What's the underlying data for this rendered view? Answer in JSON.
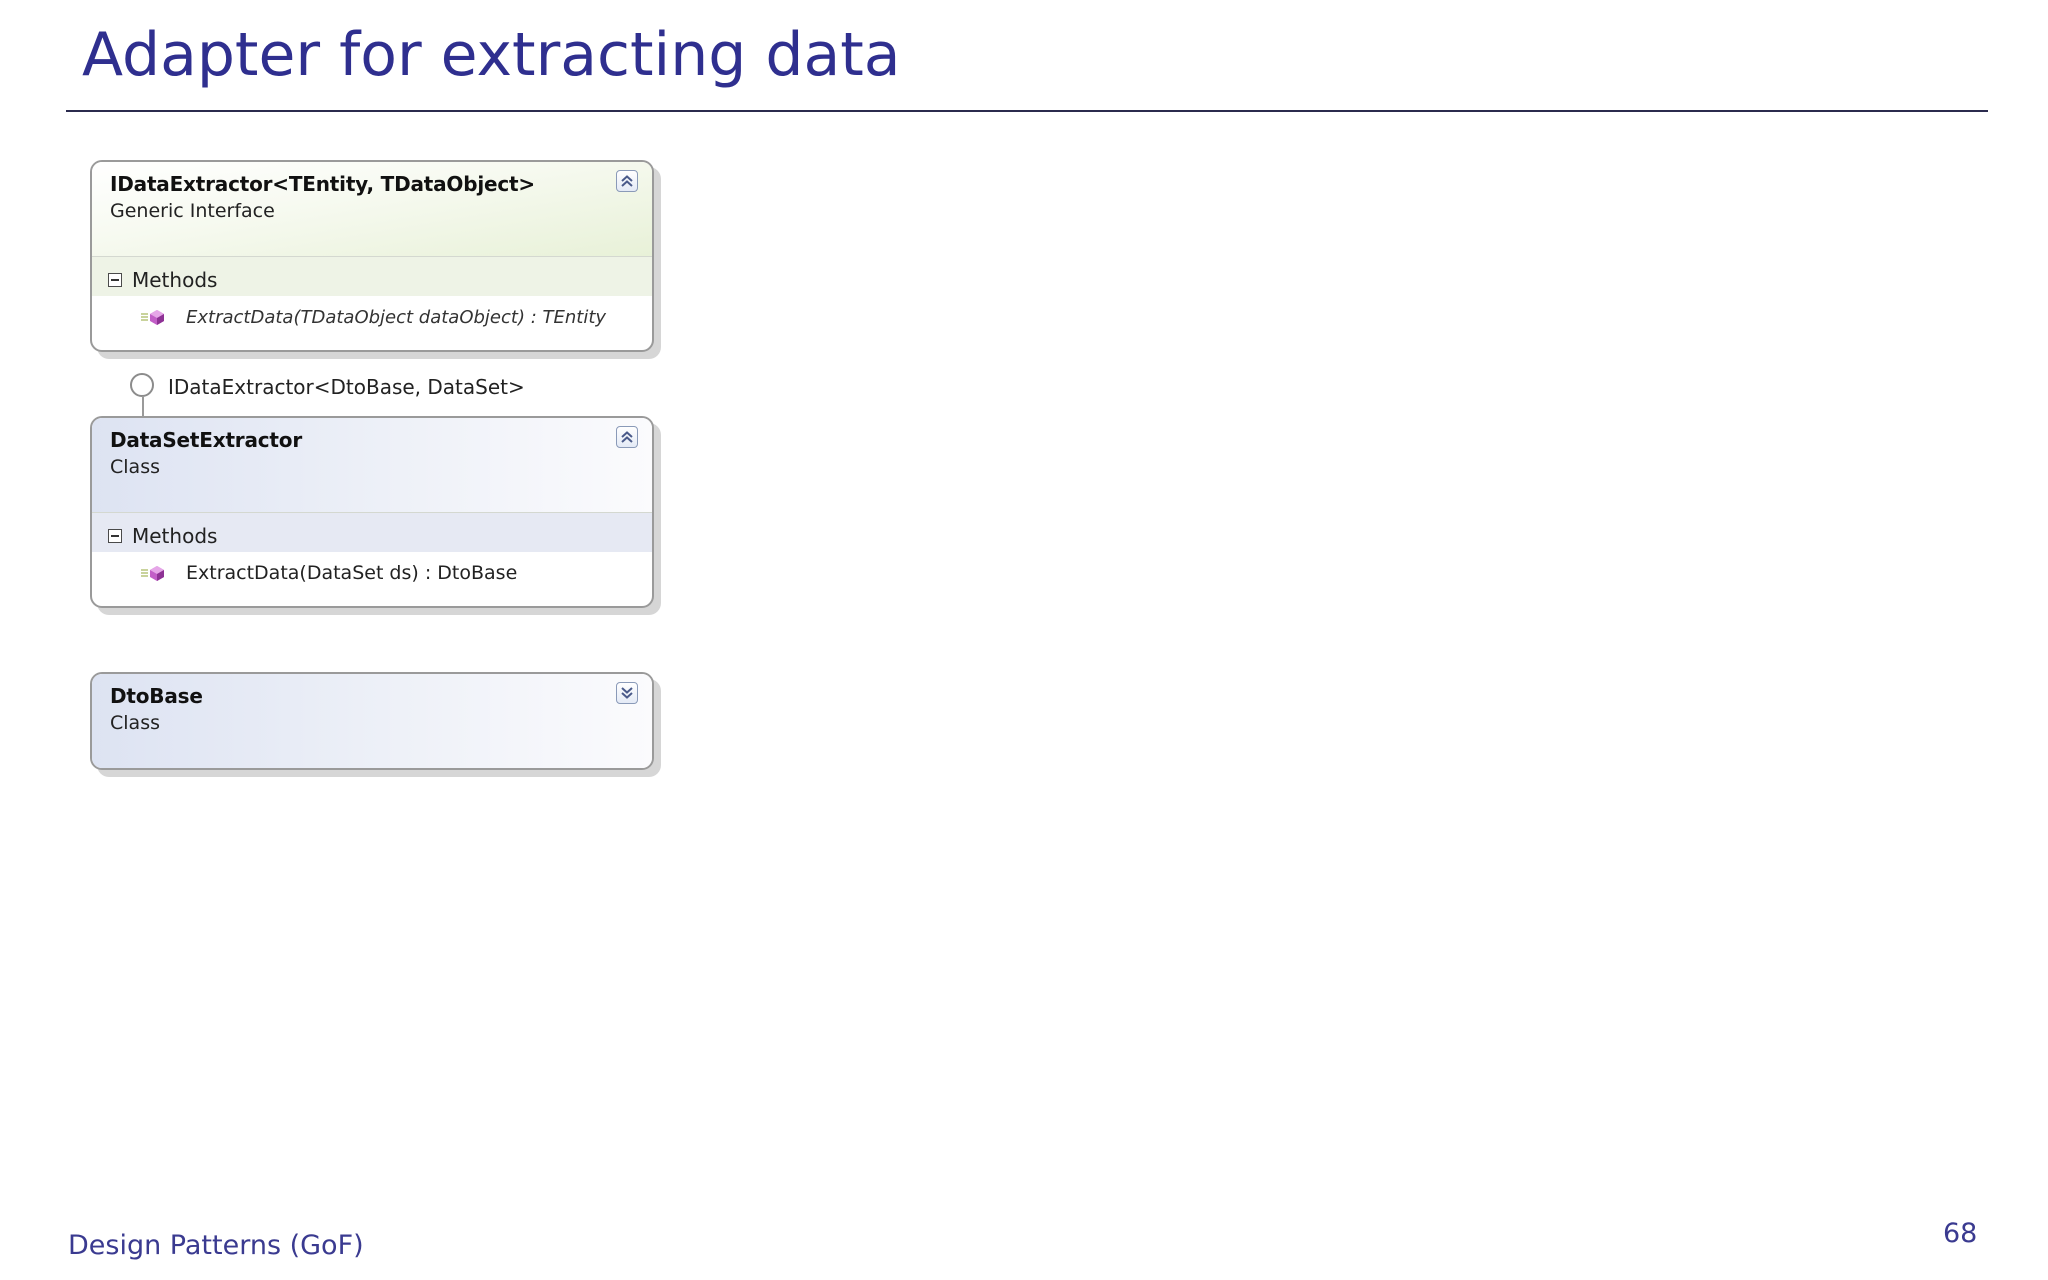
{
  "slide": {
    "title": "Adapter for extracting data",
    "footer_left": "Design Patterns (GoF)",
    "page_number": "68"
  },
  "colors": {
    "title": "#2f2f8f",
    "rule": "#2b2b4e",
    "interface_header": "#e8f1d8",
    "class_header": "#dde3f2"
  },
  "diagram": {
    "interface_shape": {
      "name": "IDataExtractor<TEntity, TDataObject>",
      "kind": "Generic Interface",
      "toggle_icon": "collapse-up-icon",
      "compartment": "Methods",
      "members": [
        {
          "text": "ExtractData(TDataObject dataObject) : TEntity",
          "icon": "method-icon"
        }
      ]
    },
    "realization": {
      "label": "IDataExtractor<DtoBase, DataSet>",
      "icon": "lollipop-interface-icon"
    },
    "dataset_extractor": {
      "name": "DataSetExtractor",
      "kind": "Class",
      "toggle_icon": "collapse-up-icon",
      "compartment": "Methods",
      "members": [
        {
          "text": "ExtractData(DataSet ds) : DtoBase",
          "icon": "method-icon"
        }
      ]
    },
    "dto_base": {
      "name": "DtoBase",
      "kind": "Class",
      "toggle_icon": "expand-down-icon"
    }
  }
}
